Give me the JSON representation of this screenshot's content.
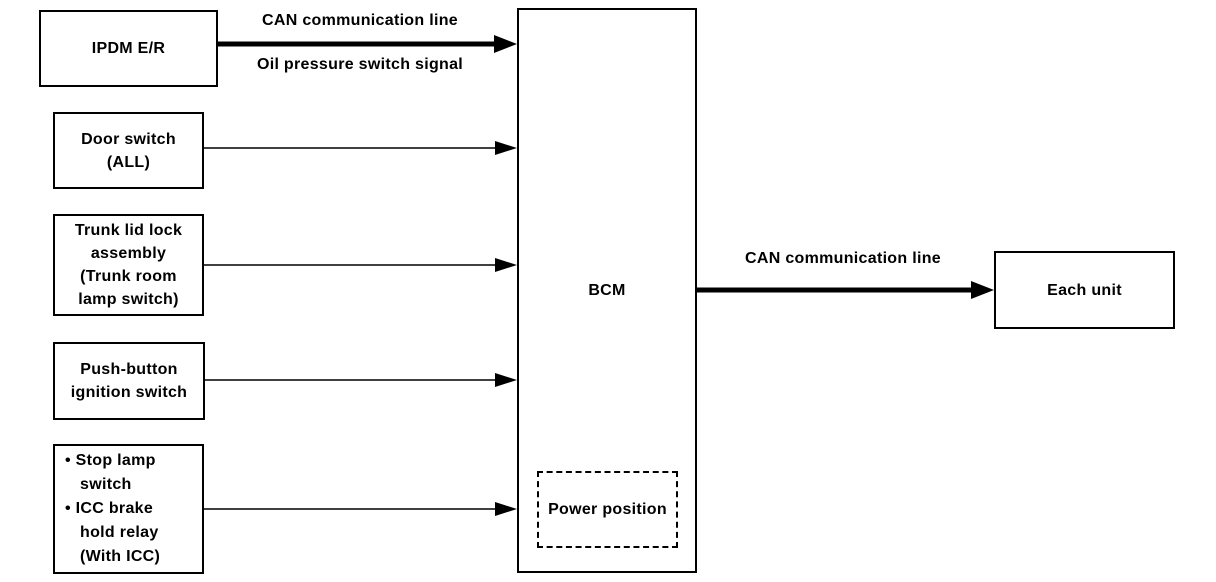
{
  "colors": {
    "background": "#ffffff",
    "ink": "#000000"
  },
  "nodes": {
    "ipdm": {
      "label": "IPDM E/R"
    },
    "door": {
      "lines": [
        "Door switch",
        "(ALL)"
      ]
    },
    "trunk": {
      "lines": [
        "Trunk lid lock",
        "assembly",
        "(Trunk room",
        "lamp switch)"
      ]
    },
    "push": {
      "lines": [
        "Push-button",
        "ignition switch"
      ]
    },
    "stop": {
      "lines": [
        "• Stop lamp",
        "switch",
        "• ICC brake",
        "hold relay",
        "(With ICC)"
      ]
    },
    "bcm": {
      "label": "BCM"
    },
    "power": {
      "label": "Power position"
    },
    "each": {
      "label": "Each unit"
    }
  },
  "connections": [
    {
      "from": "ipdm",
      "to": "bcm",
      "style": "thick",
      "label_above": "CAN communication line",
      "label_below": "Oil pressure switch signal"
    },
    {
      "from": "door",
      "to": "bcm",
      "style": "thin"
    },
    {
      "from": "trunk",
      "to": "bcm",
      "style": "thin"
    },
    {
      "from": "push",
      "to": "bcm",
      "style": "thin"
    },
    {
      "from": "stop",
      "to": "bcm",
      "style": "thin"
    },
    {
      "from": "bcm",
      "to": "each",
      "style": "thick",
      "label_above": "CAN communication line"
    }
  ]
}
